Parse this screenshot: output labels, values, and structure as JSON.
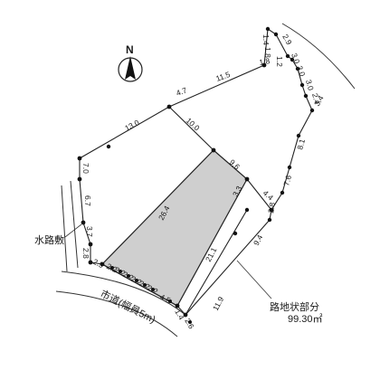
{
  "north_label": "N",
  "road_label": "市道(幅員5m)",
  "waterway_label": "水路敷",
  "site_label_line1": "路地状部分",
  "site_label_line2": "99.30㎡",
  "dims": {
    "d_2_9": "2.9",
    "d_1_4": "1.4",
    "d_1_8": "1.8",
    "d_1_2": "1.2",
    "d_1_8b": "1.8",
    "d_3_0a": "3.0",
    "d_3_0b": "3.0",
    "d_3_0c": "3.0",
    "d_2_4": "2.4",
    "d_3_4": "3.4",
    "d_11_5": "11.5",
    "d_4_7": "4.7",
    "d_13_0": "13.0",
    "d_10_0": "10.0",
    "d_8_1": "8.1",
    "d_7_0": "7.0",
    "d_9_6": "9.6",
    "d_7_6": "7.6",
    "d_6_7": "6.7",
    "d_26_4": "26.4",
    "d_3_3": "3.3",
    "d_4_4": "4.4",
    "d_3_7": "3.7",
    "d_2_8": "2.8",
    "d_2_8b": "2.8",
    "d_9_4": "9.4",
    "d_21_1": "21.1",
    "d_2_5": "2.5",
    "d_2_2a": "2.2",
    "d_2_2b": "2.2",
    "d_2_2c": "2.2",
    "d_2_2d": "2.2",
    "d_2_2e": "2.2",
    "d_2_2f": "2.2",
    "d_4_5": "4.5",
    "d_1_4b": "1.4",
    "d_2_6": "2.6",
    "d_11_9": "11.9"
  }
}
